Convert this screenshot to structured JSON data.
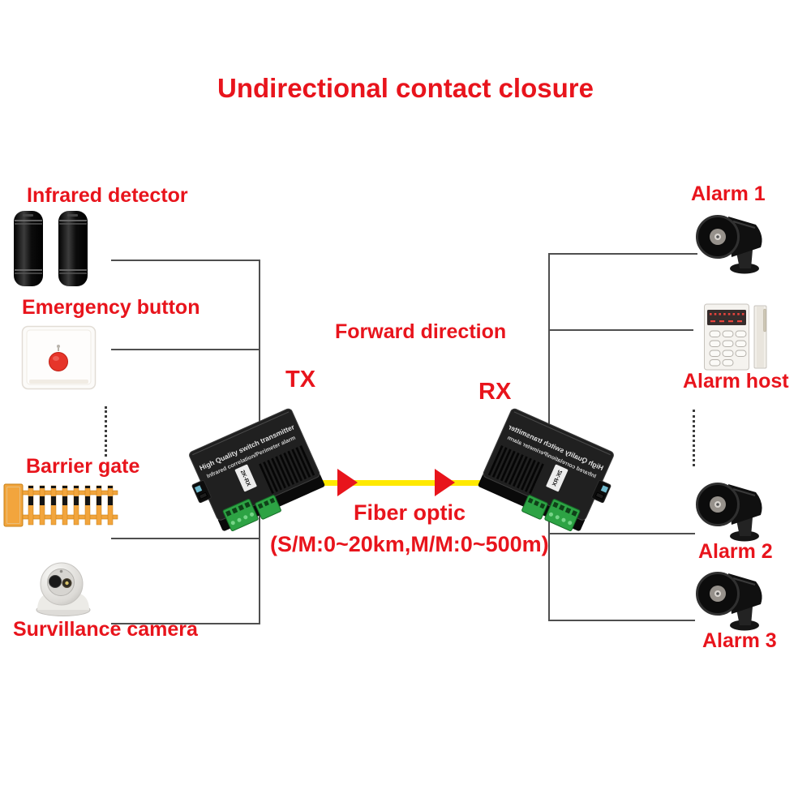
{
  "title": "Undirectional contact closure",
  "colors": {
    "label_red": "#e8141c",
    "connector_gray": "#4f4f4f",
    "fiber_yellow": "#ffe900",
    "arrow_red": "#e8141c",
    "terminal_green": "#2da344",
    "barrier_orange": "#f2a53d"
  },
  "left_column": {
    "devices": [
      {
        "name": "infrared-detector",
        "label": "Infrared detector"
      },
      {
        "name": "emergency-button",
        "label": "Emergency button"
      },
      {
        "name": "barrier-gate",
        "label": "Barrier gate"
      },
      {
        "name": "surveillance-camera",
        "label": "Survillance camera"
      }
    ]
  },
  "right_column": {
    "devices": [
      {
        "name": "alarm-1",
        "label": "Alarm 1"
      },
      {
        "name": "alarm-host",
        "label": "Alarm host"
      },
      {
        "name": "alarm-2",
        "label": "Alarm 2"
      },
      {
        "name": "alarm-3",
        "label": "Alarm 3"
      }
    ]
  },
  "fiber_link": {
    "forward_direction_label": "Forward direction",
    "tx_label": "TX",
    "rx_label": "RX",
    "fiber_optic_label": "Fiber optic",
    "distance_spec": "(S/M:0~20km,M/M:0~500m)"
  },
  "media_converter": {
    "top_text_line1": "High Quality switch transmitter",
    "top_text_line2": "Infrared correlation/Perimeter alarm",
    "model_label": "2K-RX"
  }
}
